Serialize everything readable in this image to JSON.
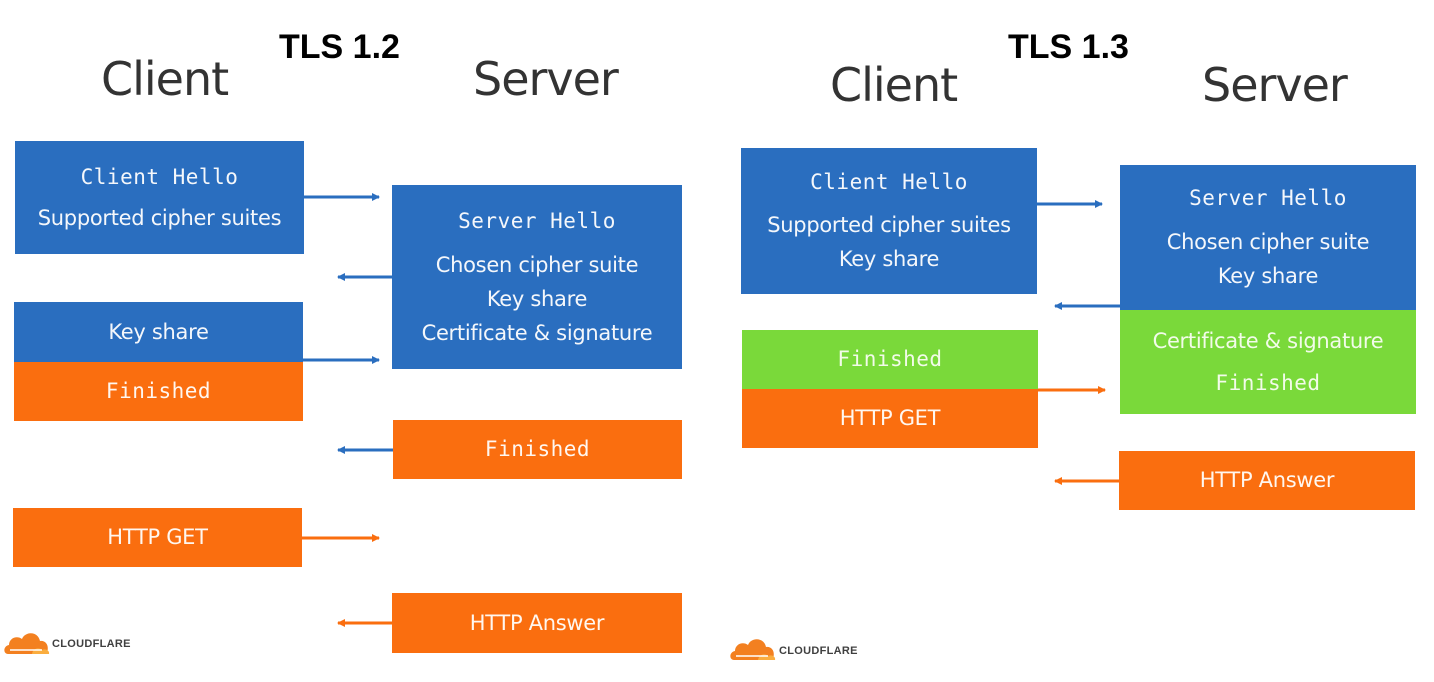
{
  "tls12": {
    "title": "TLS 1.2",
    "client_heading": "Client",
    "server_heading": "Server",
    "client_hello": {
      "line1": "Client Hello",
      "line2": "Supported cipher suites"
    },
    "server_hello": {
      "line1": "Server Hello",
      "line2": "Chosen cipher suite",
      "line3": "Key share",
      "line4": "Certificate & signature"
    },
    "client_key_share": "Key share",
    "client_finished": "Finished",
    "server_finished": "Finished",
    "http_get": "HTTP GET",
    "http_answer": "HTTP Answer",
    "logo": "CLOUDFLARE"
  },
  "tls13": {
    "title": "TLS 1.3",
    "client_heading": "Client",
    "server_heading": "Server",
    "client_hello": {
      "line1": "Client Hello",
      "line2": "Supported cipher suites",
      "line3": "Key share"
    },
    "server_hello": {
      "line1": "Server Hello",
      "line2": "Chosen cipher suite",
      "line3": "Key share"
    },
    "server_cert": {
      "line1": "Certificate & signature",
      "line2": "Finished"
    },
    "client_finished": "Finished",
    "http_get": "HTTP GET",
    "http_answer": "HTTP Answer",
    "logo": "CLOUDFLARE"
  },
  "colors": {
    "blue": "#2a6ebf",
    "orange": "#fa6e0f",
    "green": "#7ad93a"
  }
}
